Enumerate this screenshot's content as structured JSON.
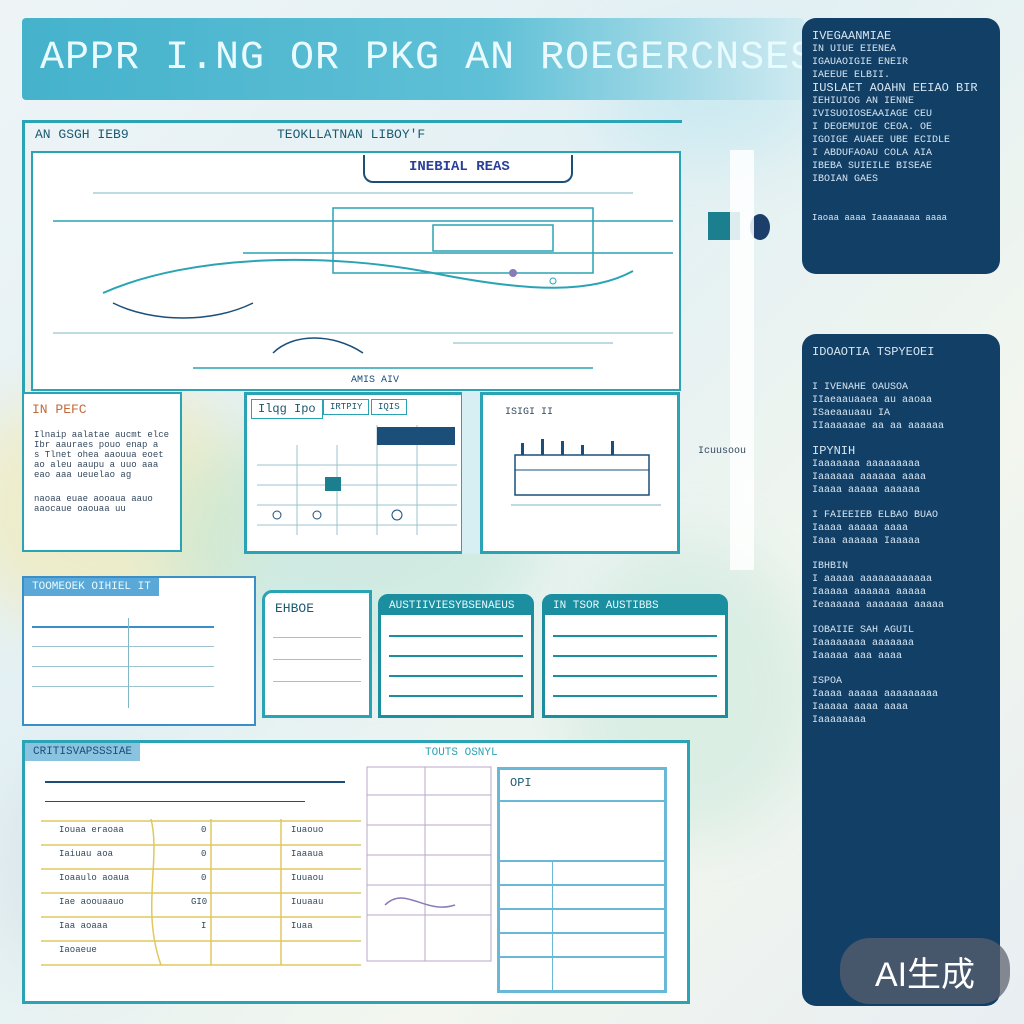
{
  "header": {
    "title": "APPR I.NG OR PKG AN ROEGERCNSESNBIY"
  },
  "top_panel": {
    "left_label": "AN GSGH IEB9",
    "center_label": "TEOKLLATNAN LIBOY'F",
    "chip_label": "INEBIAL REAS",
    "caption": "AMIS AIV"
  },
  "row2": {
    "left_card_title": "IN PEFC",
    "left_card_lines": [
      "Ilnaip aalatae aucmt elce",
      "Ibr aauraes pouo enap a",
      "s Tlnet ohea aaouua eoet",
      "ao aleu aaupu a uuo aaa",
      "eao aaa ueuelao ag",
      "naoaa euae aooaua aauo",
      "aaocaue oaouaa uu"
    ],
    "middle_tab_a": "Ilqg Ipo",
    "middle_tab_b": "IRTPIY",
    "middle_tab_c": "IQIS",
    "right_card_title": "ISIGI II",
    "annotation": "Icuusoou"
  },
  "row3": {
    "panel1_title": "TOOMEOEK OIHIEL IT",
    "panel2_title": "EHBOE",
    "panel3_title": "AUSTIIVIESYBSENAEUS",
    "panel4_title": "IN TSOR AUSTIBBS"
  },
  "row4": {
    "left_title": "CRITISVAPSSSIAE",
    "center_title": "TOUTS OSNYL",
    "table_cols_a": [
      "Iouaa eraoaa",
      "Iaiuau aoa",
      "Ioaaulo aoaua",
      "Iae aoouaauo",
      "Iaa aoaaa",
      "Iaoaeue"
    ],
    "table_mid": [
      "0",
      "0",
      "0",
      "GI0",
      "I"
    ],
    "table_cols_b": [
      "Iuaouo",
      "Iaaaua",
      "Iuuaou",
      "Iuuaau",
      "Iuaa"
    ],
    "right_label": "OPI"
  },
  "side_top": {
    "lines": [
      "IVEGAANMIAE",
      "IN UIUE EIENEA",
      "IGAUAOIGIE ENEIR",
      "IAEEUE ELBII.",
      "IUSLAET AOAHN EEIAO BIR",
      "IEHIUIOG AN IENNE",
      "IVISUOIOSEAAIAGE CEU",
      "I DEOEMUIOE CEOA. OE",
      "IGOIGE AUAEE UBE ECIDLE",
      "I ABDUFAOAU COLA AIA",
      "IBEBA SUIEILE BISEAE",
      "IBOIAN GAES"
    ],
    "footer": "Iaoaa aaaa Iaaaaaaaa aaaa"
  },
  "side_bottom": {
    "title": "IDOAOTIA TSPYEOEI",
    "groups": [
      {
        "heading": "I IVENAHE OAUSOA",
        "lines": [
          "IIaeaauaaea au aaoaa",
          "ISaeaauaau IA",
          "IIaaaaaae aa aa aaaaaa"
        ]
      },
      {
        "heading": "IPYNIH",
        "lines": [
          "Iaaaaaaa aaaaaaaaa",
          "Iaaaaaa aaaaaa aaaa",
          "Iaaaa aaaaa aaaaaa"
        ]
      },
      {
        "heading": "I FAIEEIEB ELBAO BUAO",
        "lines": [
          "Iaaaa aaaaa aaaa",
          "Iaaa aaaaaa Iaaaaa"
        ]
      },
      {
        "heading": "IBHBIN",
        "lines": [
          "I aaaaa aaaaaaaaaaaa",
          "Iaaaaa aaaaaa aaaaa",
          "Ieaaaaaa aaaaaaa aaaaa"
        ]
      },
      {
        "heading": "IOBAIIE SAH AGUIL",
        "lines": [
          "Iaaaaaaaa aaaaaaa",
          "Iaaaaa aaa aaaa"
        ]
      },
      {
        "heading": "ISPOA",
        "lines": [
          "Iaaaa aaaaa aaaaaaaaa",
          "Iaaaaa aaaa aaaa",
          "Iaaaaaaaa"
        ]
      }
    ]
  },
  "watermark": "AI生成",
  "colors": {
    "teal": "#2aa3b4",
    "navy": "#123f66",
    "banner": "#45b2cc"
  }
}
